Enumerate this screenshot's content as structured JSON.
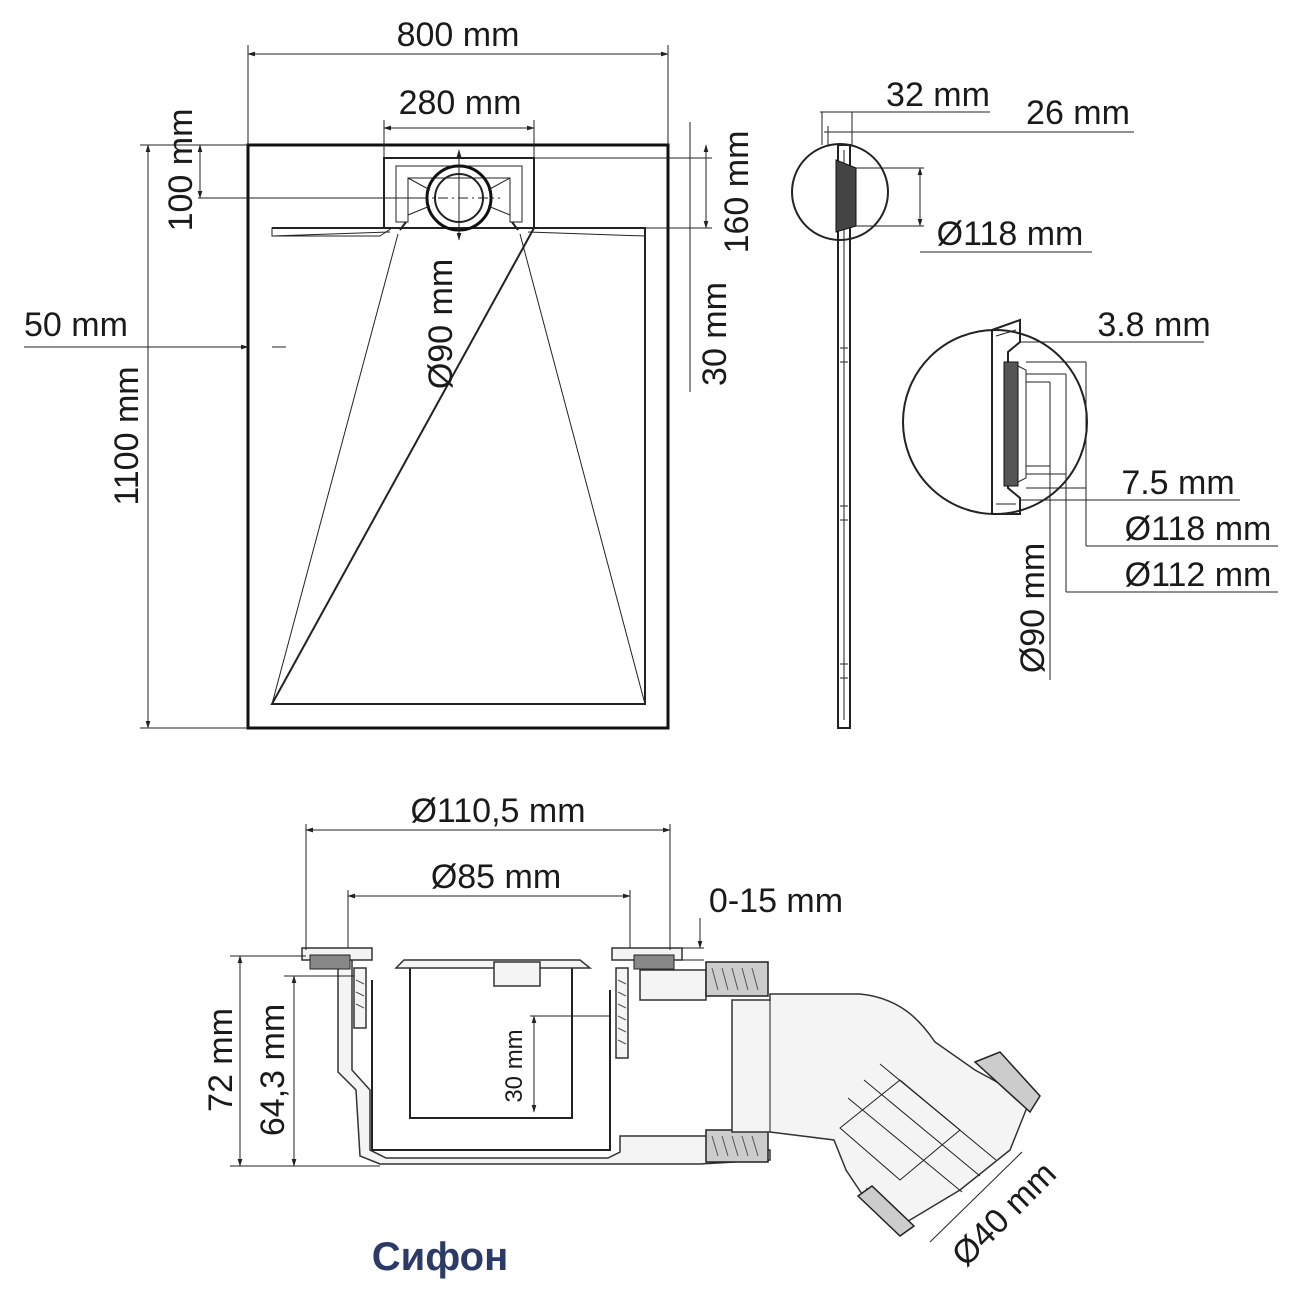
{
  "top_view": {
    "width_label": "800 mm",
    "drain_width_label": "280 mm",
    "drain_offset_label": "100 mm",
    "drain_depth_label": "160 mm",
    "border_label": "50 mm",
    "length_label": "1100 mm",
    "drain_diameter_label": "Ø90 mm",
    "slope_depth_label": "30 mm"
  },
  "side_view": {
    "thickness_label": "32 mm",
    "inner_thickness_label": "26 mm",
    "drain_diameter_label": "Ø118 mm"
  },
  "detail_view": {
    "rim_label": "3.8 mm",
    "flange_label": "7.5 mm",
    "outer_diameter_label": "Ø118 mm",
    "mid_diameter_label": "Ø112 mm",
    "inner_diameter_label": "Ø90 mm"
  },
  "siphon": {
    "title": "Сифон",
    "outer_diameter_label": "Ø110,5 mm",
    "inner_diameter_label": "Ø85 mm",
    "adjust_label": "0-15 mm",
    "height_label": "72 mm",
    "inner_height_label": "64,3 mm",
    "water_seal_label": "30 mm",
    "outlet_diameter_label": "Ø40 mm"
  }
}
